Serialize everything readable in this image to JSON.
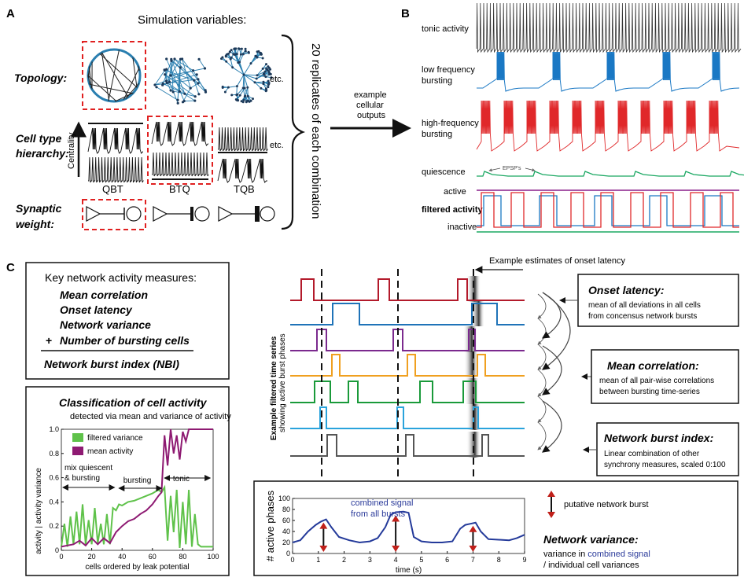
{
  "panels": {
    "a": "A",
    "b": "B",
    "c": "C"
  },
  "a": {
    "title": "Simulation variables:",
    "rows": [
      "Topology:",
      "Cell type",
      "hierarchy:",
      "Synaptic",
      "weight:"
    ],
    "etc": "etc.",
    "centrality": "Centrality",
    "hierarchies": [
      "QBT",
      "BTQ",
      "TQB"
    ],
    "replicates": "20 replicates of each combination",
    "arrow_label": [
      "example",
      "cellular",
      "outputs"
    ]
  },
  "b": {
    "tonic": "tonic activity",
    "low": [
      "low frequency",
      "bursting"
    ],
    "high": [
      "high-frequency",
      "bursting"
    ],
    "quiescence": "quiescence",
    "epsp": "EPSP's",
    "active": "active",
    "filtered": "filtered activity",
    "inactive": "inactive"
  },
  "key_measures": {
    "title": "Key network activity measures:",
    "items": [
      "Mean correlation",
      "Onset latency",
      "Network variance",
      "Number of bursting cells"
    ],
    "plus": "+",
    "result": "Network burst index (NBI)"
  },
  "classification": {
    "title": "Classification of cell activity",
    "subtitle": "detected via mean and variance of activity",
    "legend": [
      "filtered variance",
      "mean activity"
    ],
    "ylabel": "activity | activity variance",
    "xlabel": "cells ordered by leak potential",
    "regions": [
      "mix quiescent",
      "& bursting",
      "bursting",
      "tonic"
    ],
    "colors": {
      "variance": "#5fc24a",
      "mean": "#8e1a72"
    }
  },
  "timeseries": {
    "annotation": "Example estimates of onset latency",
    "ylabel_bold": "Example filtered time series",
    "ylabel": "showing active burst phases",
    "colors": [
      "#b31a2b",
      "#1f73b8",
      "#7b2a8e",
      "#f0a020",
      "#1a9a3a",
      "#2aa3dc",
      "#555555"
    ]
  },
  "measures": {
    "onset": {
      "title": "Onset latency:",
      "lines": [
        "mean of all deviations in all cells",
        "from concensus network bursts"
      ]
    },
    "corr": {
      "title": "Mean correlation:",
      "lines": [
        "mean of all pair-wise correlations",
        "between bursting time-series"
      ]
    },
    "nbi": {
      "title": "Network burst index:",
      "lines": [
        "Linear combination of other",
        "synchrony measures, scaled 0:100"
      ]
    }
  },
  "variance": {
    "combined": [
      "combined signal",
      "from all bursts"
    ],
    "putative": "putative network burst",
    "title": "Network variance:",
    "line1_pre": "variance in ",
    "line1_hl": "combined signal",
    "line2": "/ individual cell variances"
  },
  "chart_data": [
    {
      "type": "line",
      "title": "Classification of cell activity",
      "xlabel": "cells ordered by leak potential",
      "ylabel": "activity | activity variance",
      "xlim": [
        0,
        100
      ],
      "ylim": [
        0,
        1
      ],
      "xticks": [
        0,
        20,
        40,
        60,
        80,
        100
      ],
      "yticks": [
        0,
        0.2,
        0.4,
        0.6,
        0.8,
        1
      ],
      "series": [
        {
          "name": "filtered variance",
          "x": [
            0,
            2,
            4,
            6,
            8,
            10,
            12,
            14,
            16,
            18,
            20,
            22,
            24,
            26,
            28,
            30,
            32,
            34,
            36,
            38,
            40,
            44,
            48,
            52,
            56,
            60,
            64,
            66,
            68,
            70,
            72,
            74,
            76,
            78,
            80,
            82,
            84,
            86,
            88,
            90,
            92,
            94,
            96,
            98,
            100
          ],
          "y": [
            0.03,
            0.22,
            0.03,
            0.28,
            0.05,
            0.32,
            0.05,
            0.38,
            0.05,
            0.25,
            0.05,
            0.35,
            0.06,
            0.22,
            0.05,
            0.3,
            0.05,
            0.35,
            0.33,
            0.38,
            0.37,
            0.4,
            0.41,
            0.43,
            0.45,
            0.47,
            0.5,
            0.48,
            0.52,
            0.08,
            0.45,
            0.15,
            0.5,
            0.02,
            0.4,
            0.05,
            0.5,
            0.03,
            0.3,
            0.05,
            0.03,
            0.03,
            0.03,
            0.03,
            0.03
          ]
        },
        {
          "name": "mean activity",
          "x": [
            0,
            4,
            8,
            12,
            16,
            20,
            24,
            28,
            32,
            36,
            40,
            44,
            48,
            52,
            56,
            60,
            64,
            66,
            68,
            70,
            72,
            74,
            76,
            78,
            80,
            82,
            84,
            86,
            88,
            90,
            92,
            94,
            96,
            98,
            100
          ],
          "y": [
            0.03,
            0.04,
            0.05,
            0.08,
            0.04,
            0.1,
            0.05,
            0.1,
            0.06,
            0.15,
            0.2,
            0.24,
            0.26,
            0.3,
            0.33,
            0.38,
            0.45,
            0.48,
            0.95,
            0.7,
            1.0,
            0.8,
            0.95,
            0.75,
            0.98,
            0.9,
            1.0,
            1.0,
            1.0,
            1.0,
            1.0,
            1.0,
            1.0,
            1.0,
            1.0
          ]
        }
      ]
    },
    {
      "type": "line",
      "title": "",
      "xlabel": "time (s)",
      "ylabel": "# active phases",
      "xlim": [
        0,
        9
      ],
      "ylim": [
        0,
        100
      ],
      "xticks": [
        0,
        1,
        2,
        3,
        4,
        5,
        6,
        7,
        8,
        9
      ],
      "yticks": [
        0,
        20,
        40,
        60,
        80,
        100
      ],
      "series": [
        {
          "x": [
            0,
            0.3,
            0.6,
            0.9,
            1.1,
            1.3,
            1.5,
            1.8,
            2.2,
            2.6,
            3.0,
            3.3,
            3.6,
            3.8,
            4.0,
            4.3,
            4.5,
            4.7,
            5.0,
            5.4,
            5.8,
            6.2,
            6.5,
            6.7,
            6.9,
            7.1,
            7.3,
            7.6,
            8.0,
            8.4,
            8.7,
            9.0
          ],
          "y": [
            20,
            24,
            40,
            52,
            58,
            62,
            48,
            30,
            24,
            20,
            22,
            28,
            48,
            70,
            75,
            76,
            74,
            30,
            22,
            20,
            20,
            22,
            45,
            52,
            54,
            56,
            40,
            26,
            25,
            24,
            28,
            34
          ]
        }
      ]
    }
  ]
}
